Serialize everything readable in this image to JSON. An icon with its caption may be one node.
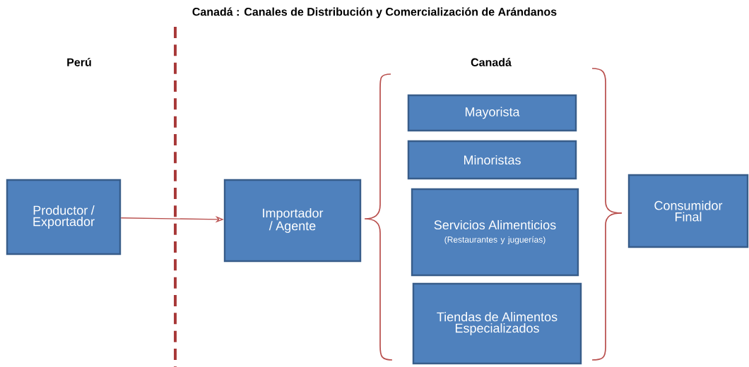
{
  "diagram": {
    "title": "Canadá : Canales de  Distribución y Comercialización de Arándanos",
    "nodes": [
      {
        "text": [
          "Productor / Exportador"
        ]
      },
      {
        "text": [
          "Importador / Agente"
        ]
      },
      {
        "text": [
          "Mayorista"
        ]
      },
      {
        "text": [
          "Minoristas"
        ]
      },
      {
        "text": [
          "Servicios Alimenticios",
          "(Restaurantes y juguerías)"
        ]
      },
      {
        "text": [
          "Tiendas de Alimentos Especializados"
        ]
      },
      {
        "text": [
          "Consumidor Final"
        ]
      }
    ],
    "edges": [
      {
        "from": 0,
        "to": 1,
        "arrow": "to"
      }
    ],
    "labels": [
      "Perú",
      "Canadá"
    ]
  }
}
